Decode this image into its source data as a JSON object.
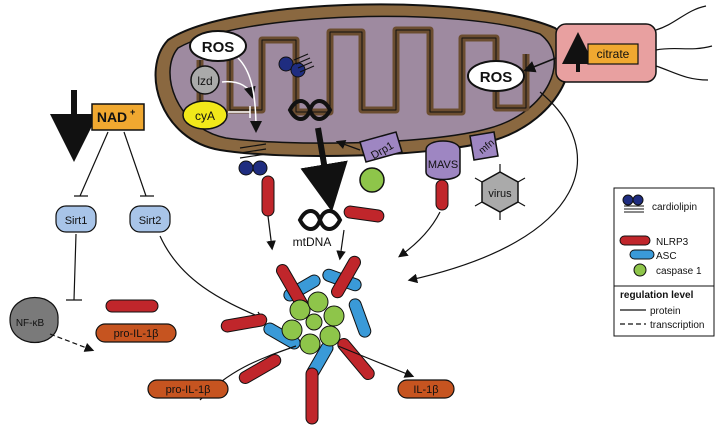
{
  "labels": {
    "ros_mito": "ROS",
    "ros_cyto": "ROS",
    "lzd": "lzd",
    "cya": "cyA",
    "citrate": "citrate",
    "nad": "NAD",
    "nad_sup": "+",
    "sirt1": "Sirt1",
    "sirt2": "Sirt2",
    "nfkb": "NF-κB",
    "pro_il1b_top": "pro-IL-1β",
    "pro_il1b_bottom": "pro-IL-1β",
    "il1b": "IL-1β",
    "mtdna": "mtDNA",
    "drp1": "Drp1",
    "mavs": "MAVS",
    "mfn": "mfn",
    "virus": "virus"
  },
  "legend": {
    "cardiolipin": "cardiolipin",
    "nlrp3": "NLRP3",
    "asc": "ASC",
    "caspase1": "caspase 1",
    "regulation_title": "regulation level",
    "protein": "protein",
    "transcription": "transcription"
  },
  "colors": {
    "mito_outer": "#8a6840",
    "mito_inner": "#9e8aa0",
    "nlrp3": "#c0262b",
    "asc": "#3a9ad8",
    "caspase": "#8ec54a",
    "cardiolipin": "#1f2d80",
    "nad_box": "#f0a830",
    "citrate_box": "#f0a830",
    "cell_pink": "#e8a0a0",
    "sirt": "#a8c4e8",
    "drp1": "#9e86c2",
    "mavs": "#9e86c2",
    "pro_il1b": "#c65420",
    "cya": "#f2e81a",
    "lzd": "#aaaaaa",
    "nfkb": "#7a7a7a",
    "virus": "#aaaaaa"
  }
}
